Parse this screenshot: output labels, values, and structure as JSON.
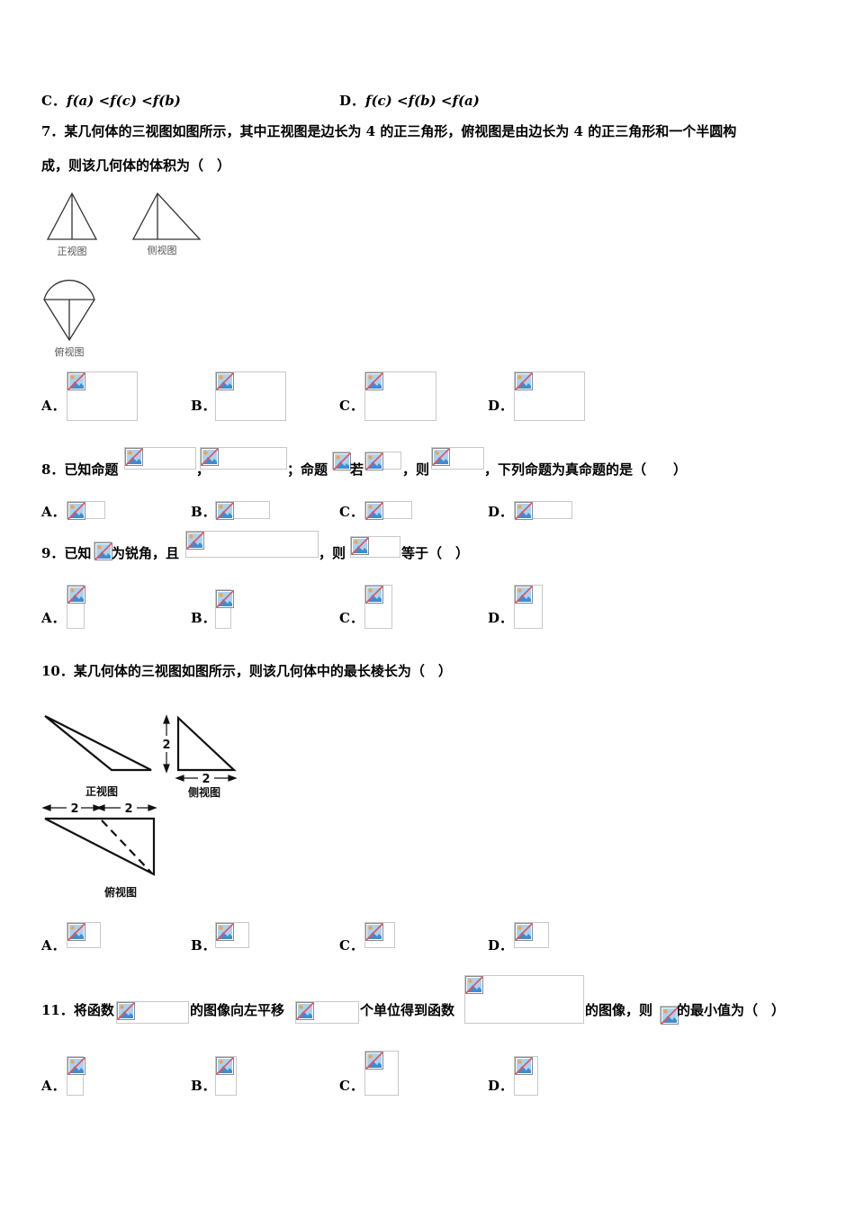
{
  "q6": {
    "opt_c_label": "C．",
    "opt_c_text": "f(a) <f(c) <f(b)",
    "opt_d_label": "D．",
    "opt_d_text": "f(c) <f(b) <f(a)"
  },
  "q7": {
    "line1": "7．某几何体的三视图如图所示，其中正视图是边长为 4 的正三角形，俯视图是由边长为 4 的正三角形和一个半圆构",
    "line2": "成，则该几何体的体积为（　）",
    "fig_front": "正视图",
    "fig_side": "侧视图",
    "fig_top": "俯视图",
    "options": [
      "A．",
      "B．",
      "C．",
      "D．"
    ]
  },
  "q8": {
    "prefix": "8．已知命题",
    "comma": "，",
    "semi_prop": "；命题",
    "ruo": "若",
    "ze": "，则",
    "suffix": "，下列命题为真命题的是（　　）",
    "options": [
      "A．",
      "B．",
      "C．",
      "D．"
    ]
  },
  "q9": {
    "prefix": "9．已知",
    "mid1": "为锐角，且",
    "mid2": "，则",
    "suffix": "等于（　）",
    "options": [
      "A．",
      "B．",
      "C．",
      "D．"
    ]
  },
  "q10": {
    "text": "10．某几何体的三视图如图所示，则该几何体中的最长棱长为（　）",
    "fig_front": "正视图",
    "fig_side": "侧视图",
    "fig_top": "俯视图",
    "dim_2": "2",
    "options": [
      "A．",
      "B．",
      "C．",
      "D．"
    ]
  },
  "q11": {
    "prefix": "11．将函数",
    "mid1": "的图像向左平移",
    "mid2": "个单位得到函数",
    "mid3": "的图像，则",
    "suffix": "的最小值为（　）",
    "options": [
      "A．",
      "B．",
      "C．",
      "D．"
    ]
  },
  "icons": {
    "broken_image": "broken-image-icon"
  },
  "colors": {
    "text": "#000000",
    "placeholder_border": "#c8c8c8",
    "icon_sky": "#a9d3f1",
    "icon_mount": "#3f8dd0",
    "icon_slash": "#e8505b",
    "icon_sun": "#f2a24a"
  }
}
